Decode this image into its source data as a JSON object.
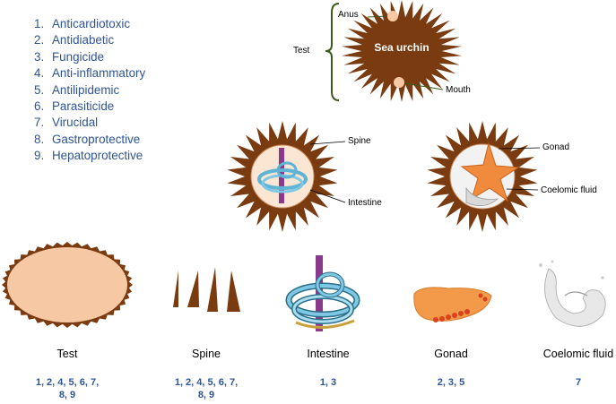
{
  "legend": [
    {
      "num": "1.",
      "text": "Anticardiotoxic"
    },
    {
      "num": "2.",
      "text": "Antidiabetic"
    },
    {
      "num": "3.",
      "text": "Fungicide"
    },
    {
      "num": "4.",
      "text": "Anti-inflammatory"
    },
    {
      "num": "5.",
      "text": "Antilipidemic"
    },
    {
      "num": "6.",
      "text": "Parasiticide"
    },
    {
      "num": "7.",
      "text": "Virucidal"
    },
    {
      "num": "8.",
      "text": "Gastroprotective"
    },
    {
      "num": "9.",
      "text": "Hepatoprotective"
    }
  ],
  "urchin": {
    "title": "Sea urchin",
    "anus": "Anus",
    "mouth": "Mouth",
    "test": "Test"
  },
  "cross_section": {
    "spine": "Spine",
    "intestine": "Intestine",
    "gonad": "Gonad",
    "coelomic_fluid": "Coelomic fluid"
  },
  "parts": [
    {
      "name": "Test",
      "activity_line1": "1, 2, 4, 5, 6, 7,",
      "activity_line2": "8, 9"
    },
    {
      "name": "Spine",
      "activity_line1": "1, 2, 4, 5, 6, 7,",
      "activity_line2": "8, 9"
    },
    {
      "name": "Intestine",
      "activity_line1": "1, 3",
      "activity_line2": ""
    },
    {
      "name": "Gonad",
      "activity_line1": "2, 3, 5",
      "activity_line2": ""
    },
    {
      "name": "Coelomic fluid",
      "activity_line1": "7",
      "activity_line2": ""
    }
  ],
  "colors": {
    "urchin_brown": "#7a3b10",
    "test_fill": "#f7c8a4",
    "legend_blue": "#2f5496",
    "intestine_blue": "#7ec8e3",
    "gonad_orange": "#f08a3c",
    "bracket_green": "#3a5a1a"
  },
  "icons": [
    "spiky-urchin-icon",
    "spine-icon",
    "intestine-icon",
    "gonad-icon",
    "fluid-splash-icon"
  ]
}
